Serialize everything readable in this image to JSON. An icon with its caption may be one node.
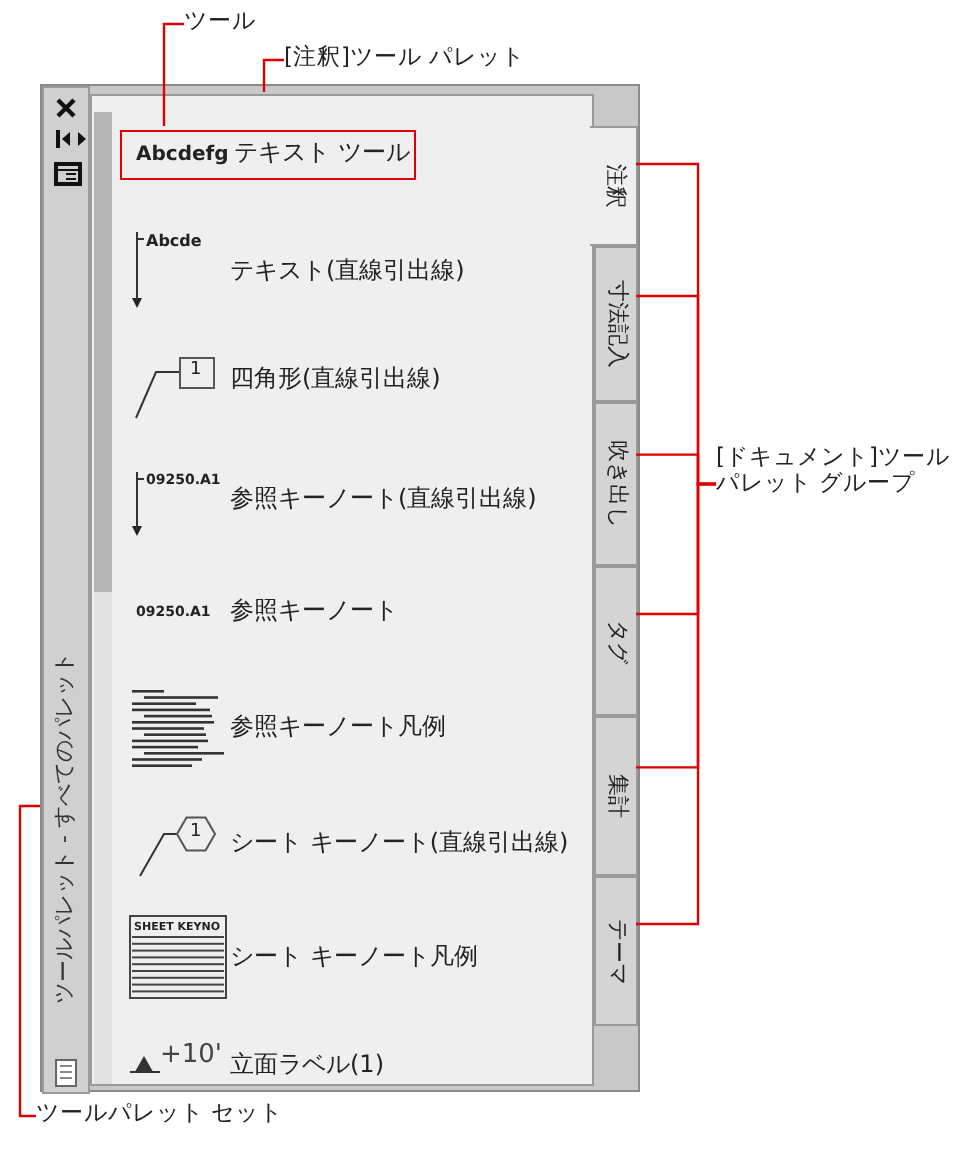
{
  "diagram": {
    "nodes": [
      {
        "text": [
          "ツール"
        ]
      },
      {
        "text": [
          "[注釈]ツール パレット"
        ]
      },
      {
        "text": [],
        "shape": "box"
      },
      {
        "text": [
          "ツールパレット - すべてのパレット"
        ],
        "in": 2
      },
      {
        "text": [],
        "shape": "box",
        "in": 2
      },
      {
        "text": [
          "Abcdefg",
          "テキスト ツール"
        ],
        "in": 4
      },
      {
        "text": [
          "注釈"
        ],
        "in": 2
      },
      {
        "text": [
          "寸法記入"
        ],
        "in": 2
      },
      {
        "text": [
          "吹き出し"
        ],
        "in": 2
      },
      {
        "text": [
          "タグ"
        ],
        "in": 2
      },
      {
        "text": [
          "集計"
        ],
        "in": 2
      },
      {
        "text": [
          "テーマ"
        ],
        "in": 2
      },
      {
        "text": [
          "[ドキュメント]ツールパレット グループ"
        ]
      },
      {
        "text": [
          "ツールパレット セット"
        ]
      }
    ],
    "edges": [
      {
        "from": 0,
        "to": 5,
        "arrow": "none"
      },
      {
        "from": 1,
        "to": 4,
        "arrow": "none"
      },
      {
        "from": 12,
        "to": 6,
        "arrow": "none"
      },
      {
        "from": 12,
        "to": 7,
        "arrow": "none"
      },
      {
        "from": 12,
        "to": 8,
        "arrow": "none"
      },
      {
        "from": 12,
        "to": 9,
        "arrow": "none"
      },
      {
        "from": 12,
        "to": 10,
        "arrow": "none"
      },
      {
        "from": 12,
        "to": 11,
        "arrow": "none"
      },
      {
        "from": 13,
        "to": 3,
        "arrow": "none"
      }
    ],
    "labels": [
      "Abcde",
      "テキスト(直線引出線)",
      "1",
      "四角形(直線引出線)",
      "09250.A1",
      "参照キーノート(直線引出線)",
      "09250.A1",
      "参照キーノート",
      "参照キーノート凡例",
      "1",
      "シート キーノート(直線引出線)",
      "SHEET KEYNO",
      "シート キーノート凡例",
      "+10'",
      "立面ラベル(1)"
    ]
  }
}
